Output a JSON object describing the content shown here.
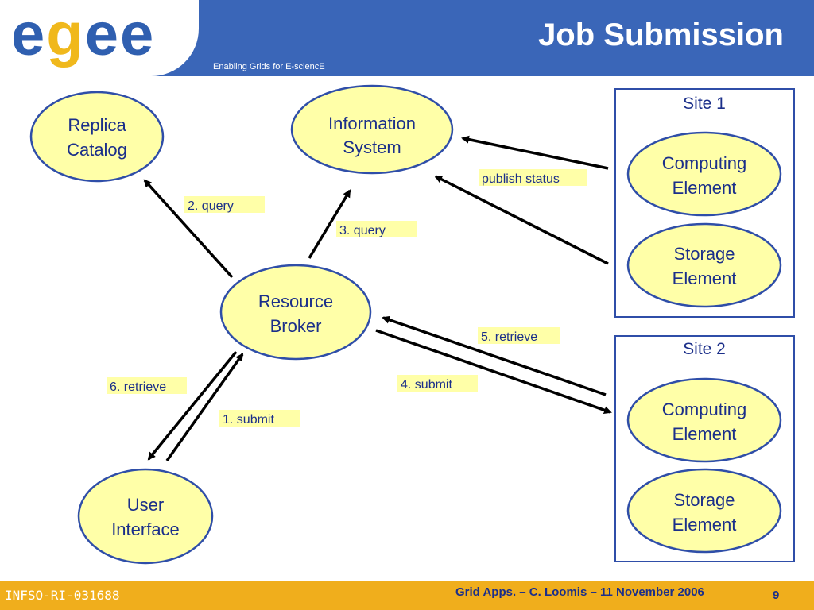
{
  "header": {
    "logo": "egee",
    "tagline": "Enabling Grids for E-sciencE",
    "title": "Job Submission"
  },
  "nodes": {
    "replica_catalog": [
      "Replica",
      "Catalog"
    ],
    "information_system": [
      "Information",
      "System"
    ],
    "resource_broker": [
      "Resource",
      "Broker"
    ],
    "user_interface": [
      "User",
      "Interface"
    ],
    "site1_ce": [
      "Computing",
      "Element"
    ],
    "site1_se": [
      "Storage",
      "Element"
    ],
    "site2_ce": [
      "Computing",
      "Element"
    ],
    "site2_se": [
      "Storage",
      "Element"
    ]
  },
  "sites": {
    "site1": "Site 1",
    "site2": "Site 2"
  },
  "edge_labels": {
    "submit": "1. submit",
    "query_rc": "2. query",
    "query_is": "3. query",
    "submit_site": "4. submit",
    "retrieve_site": "5. retrieve",
    "retrieve_ui": "6. retrieve",
    "publish": "publish status"
  },
  "footer": {
    "id": "INFSO-RI-031688",
    "center": "Grid Apps.  – C. Loomis – 11 November 2006",
    "page": "9"
  },
  "colors": {
    "header": "#3a66b8",
    "node_fill": "#ffffa8",
    "node_stroke": "#2f4ea8",
    "text": "#1b2f8a",
    "footer": "#f0ae1c"
  }
}
